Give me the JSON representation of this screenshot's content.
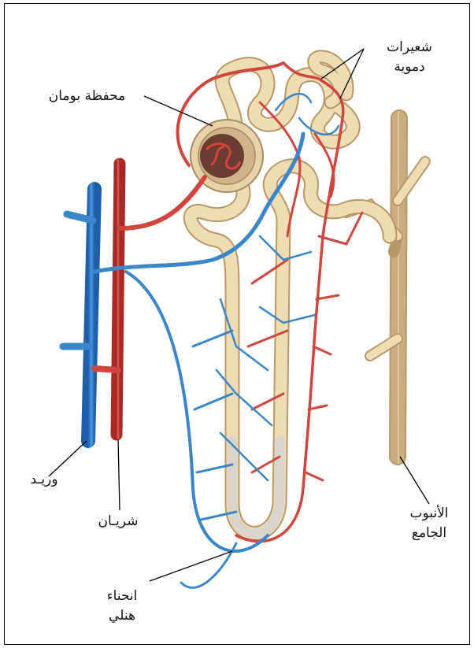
{
  "labels": {
    "capillaries": [
      "شعيرات",
      "دموية"
    ],
    "bowman_capsule": "محفظة بومان",
    "vein": "وريـد",
    "artery": "شريـان",
    "collecting_duct": [
      "الأنبوب",
      "الجامع"
    ],
    "loop_of_henle": [
      "انحناء",
      "هنلي"
    ]
  },
  "colors": {
    "artery": "#d0453d",
    "vein": "#3a86c8",
    "tubule": "#e8d2a8",
    "tubule_outline": "#b99868",
    "frame": "#000000"
  }
}
